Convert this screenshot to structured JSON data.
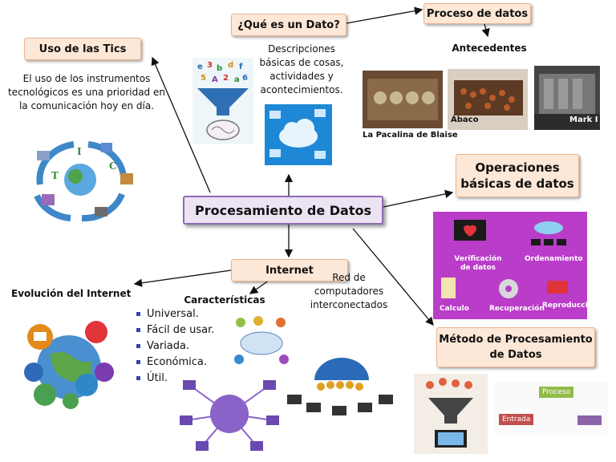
{
  "central": {
    "label": "Procesamiento de Datos"
  },
  "nodes": {
    "uso_tics": "Uso de las Tics",
    "que_es_dato": "¿Qué es un Dato?",
    "proceso_datos": "Proceso de datos",
    "operaciones": "Operaciones básicas de datos",
    "internet": "Internet",
    "metodo": "Método de Procesamiento de Datos"
  },
  "texts": {
    "tics_desc": "El uso de los instrumentos tecnológicos es una prioridad en la comunicación hoy en día.",
    "dato_desc": "Descripciones básicas de cosas, actividades y acontecimientos.",
    "antecedentes": "Antecedentes",
    "evolucion_internet": "Evolución del Internet",
    "caracteristicas": "Características",
    "red": "Red de computadores interconectados"
  },
  "caracteristicas_items": [
    "Universal.",
    "Fácil de usar.",
    "Variada.",
    "Económica.",
    "Útil."
  ],
  "antecedentes_images": {
    "pascalina": "La Pacalina de Blaise",
    "abaco": "Ábaco",
    "mark": "Mark I"
  },
  "tic_letters": [
    "T",
    "I",
    "C"
  ],
  "operaciones_labels": {
    "verificacion": "Verificación de datos",
    "ordenamiento": "Ordenamiento",
    "calculo": "Calculo",
    "recuperacion": "Recuperación",
    "reproduccion": "Reproducción"
  },
  "metodo_labels": {
    "entrada": "Entrada",
    "proceso": "Proceso"
  },
  "colors": {
    "node_fill": "#fde7d6",
    "central_fill": "#ece3f3",
    "central_border": "#8e6bb0",
    "operaciones_bg": "#b93dc9"
  }
}
